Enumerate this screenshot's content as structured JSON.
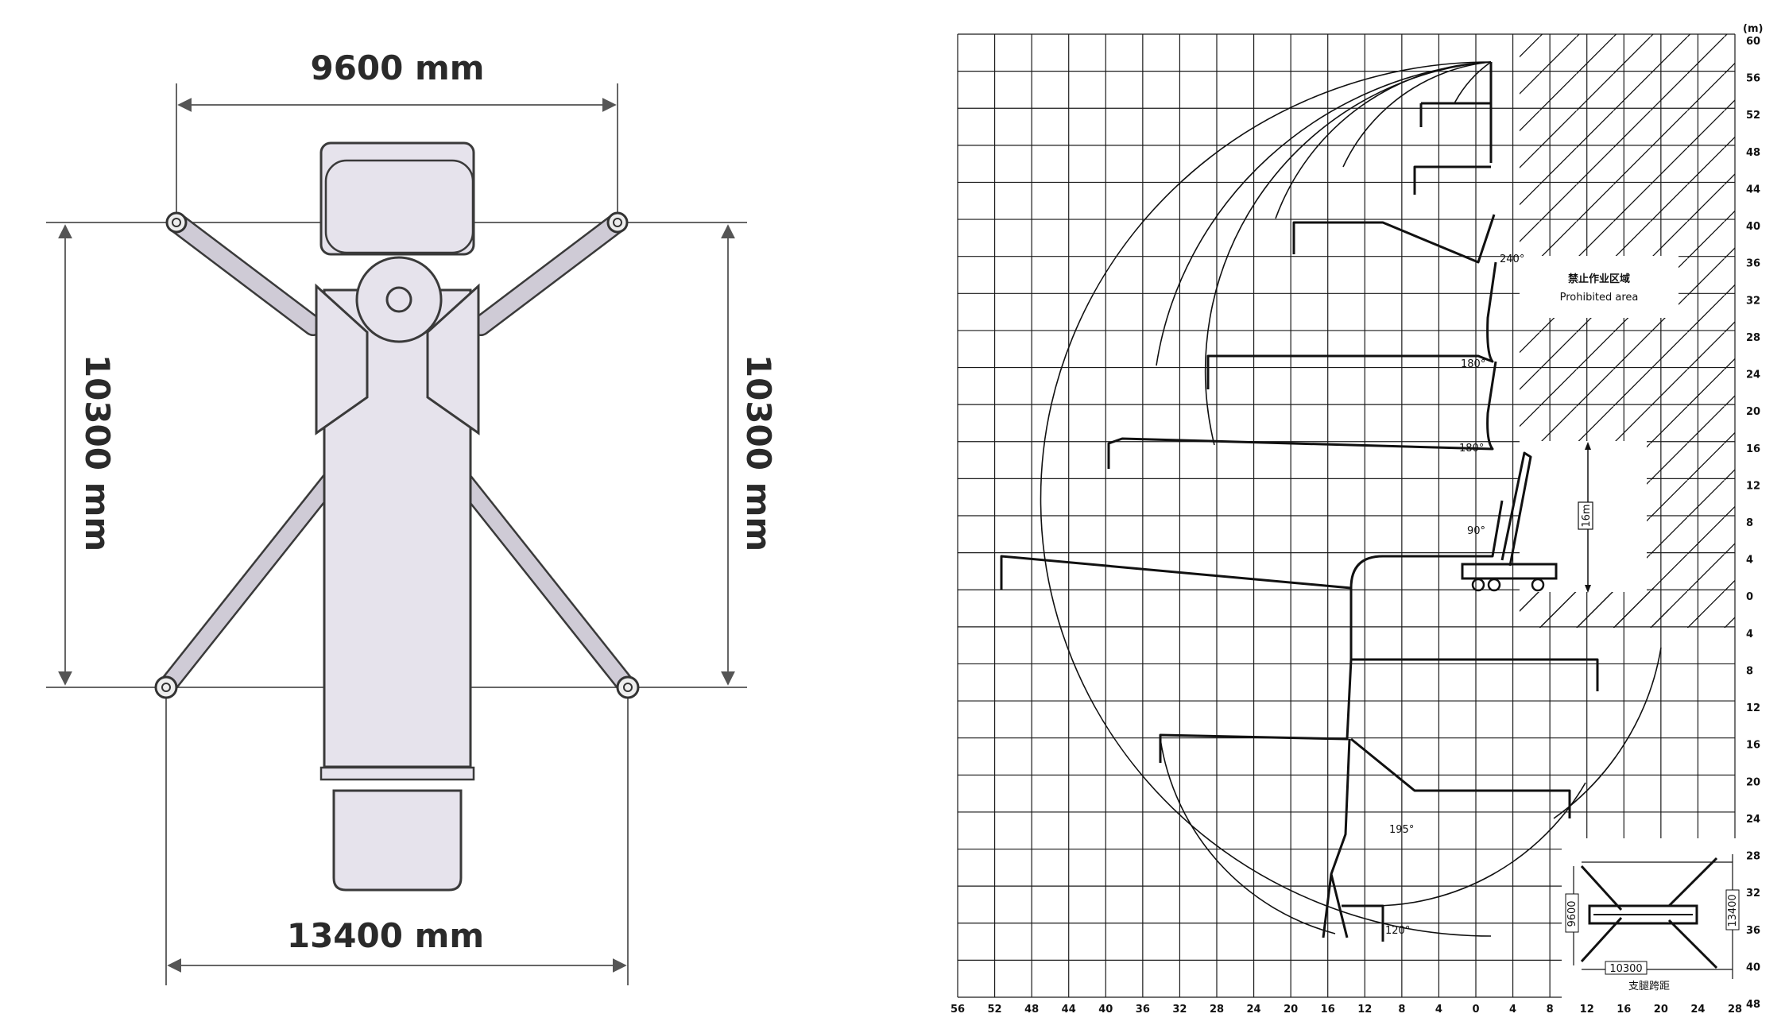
{
  "footprint": {
    "front_span": "9600 mm",
    "left_length": "10300 mm",
    "right_length": "10300 mm",
    "rear_span": "13400 mm"
  },
  "reach_diagram": {
    "unit_label": "(m)",
    "x_ticks": [
      "56",
      "52",
      "48",
      "44",
      "40",
      "36",
      "32",
      "28",
      "24",
      "20",
      "16",
      "12",
      "8",
      "4",
      "0",
      "4",
      "8",
      "12",
      "16",
      "20",
      "24",
      "28"
    ],
    "y_ticks": [
      "60",
      "56",
      "52",
      "48",
      "44",
      "40",
      "36",
      "32",
      "28",
      "24",
      "20",
      "16",
      "12",
      "8",
      "4",
      "0",
      "4",
      "8",
      "12",
      "16",
      "20",
      "24",
      "28",
      "32",
      "36",
      "40",
      "48"
    ],
    "prohibited_cn": "禁止作业区域",
    "prohibited_en": "Prohibited area",
    "height_label": "16m",
    "angles": [
      "240°",
      "180°",
      "180°",
      "90°",
      "195°",
      "120°"
    ],
    "inset": {
      "width_label": "9600",
      "length_label": "13400",
      "base_label": "10300",
      "caption": "支腿跨距"
    }
  }
}
